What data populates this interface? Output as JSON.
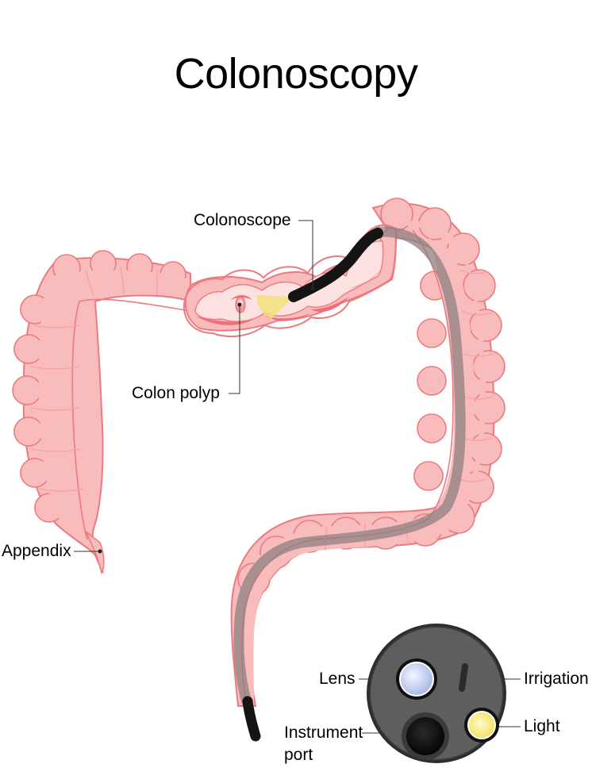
{
  "title": "Colonoscopy",
  "labels": {
    "colonoscope": "Colonoscope",
    "colon_polyp": "Colon polyp",
    "appendix": "Appendix",
    "lens": "Lens",
    "irrigation": "Irrigation",
    "instrument_port_line1": "Instrument",
    "instrument_port_line2": "port",
    "light": "Light"
  },
  "colors": {
    "colon_fill": "#f9bcbc",
    "colon_outline": "#ec7a80",
    "scope_tube": "#141414",
    "scope_shadow": "#8e8082",
    "polyp": "#f2e27a",
    "lens": "#d3dcf4",
    "light": "#fbf088",
    "tip_face": "#5e5e5e"
  }
}
